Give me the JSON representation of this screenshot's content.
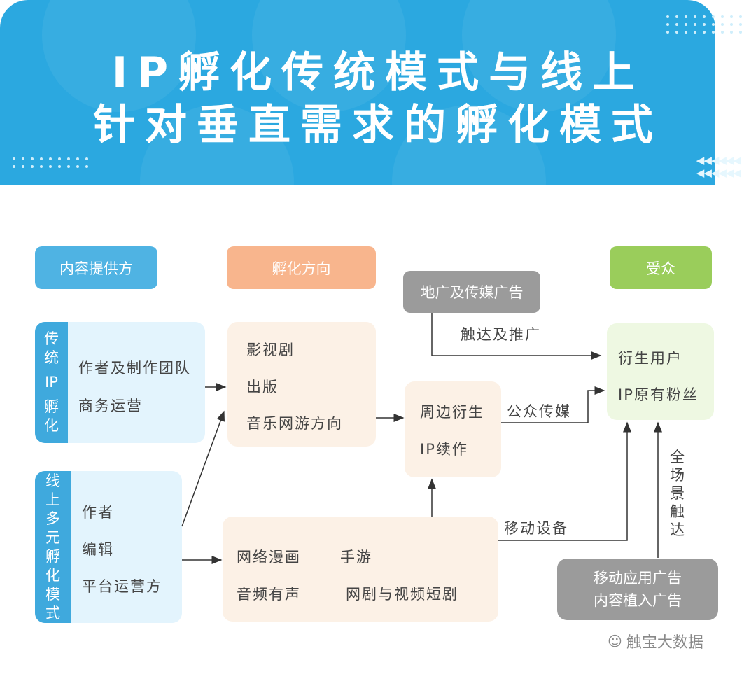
{
  "title": {
    "line1": "IP孵化传统模式与线上",
    "line2": "针对垂直需求的孵化模式"
  },
  "headers": {
    "provider": "内容提供方",
    "direction": "孵化方向",
    "audience": "受众",
    "ad": "地广及传媒广告"
  },
  "traditional": {
    "side": [
      "传",
      "统",
      "IP",
      "孵",
      "化"
    ],
    "items": [
      "作者及制作团队",
      "商务运营"
    ]
  },
  "online": {
    "side": [
      "线",
      "上",
      "多",
      "元",
      "孵",
      "化",
      "模",
      "式"
    ],
    "items": [
      "作者",
      "编辑",
      "平台运营方"
    ]
  },
  "directions": [
    "影视剧",
    "出版",
    "音乐网游方向"
  ],
  "derivative": [
    "周边衍生",
    "IP续作"
  ],
  "online_products": [
    "网络漫画",
    "手游",
    "音频有声",
    "网剧与视频短剧"
  ],
  "audience_items": [
    "衍生用户",
    "IP原有粉丝"
  ],
  "mobile_ad": [
    "移动应用广告",
    "内容植入广告"
  ],
  "edge_labels": {
    "reach": "触达及推广",
    "media": "公众传媒",
    "mobile": "移动设备",
    "full": [
      "全",
      "场",
      "景",
      "触",
      "达"
    ]
  },
  "watermark": "触宝大数据",
  "colors": {
    "banner": "#2ba8e0",
    "provider": "#4fb3e3",
    "direction": "#f8b58d",
    "audience": "#9acd5b",
    "gray": "#9b9b9b"
  }
}
